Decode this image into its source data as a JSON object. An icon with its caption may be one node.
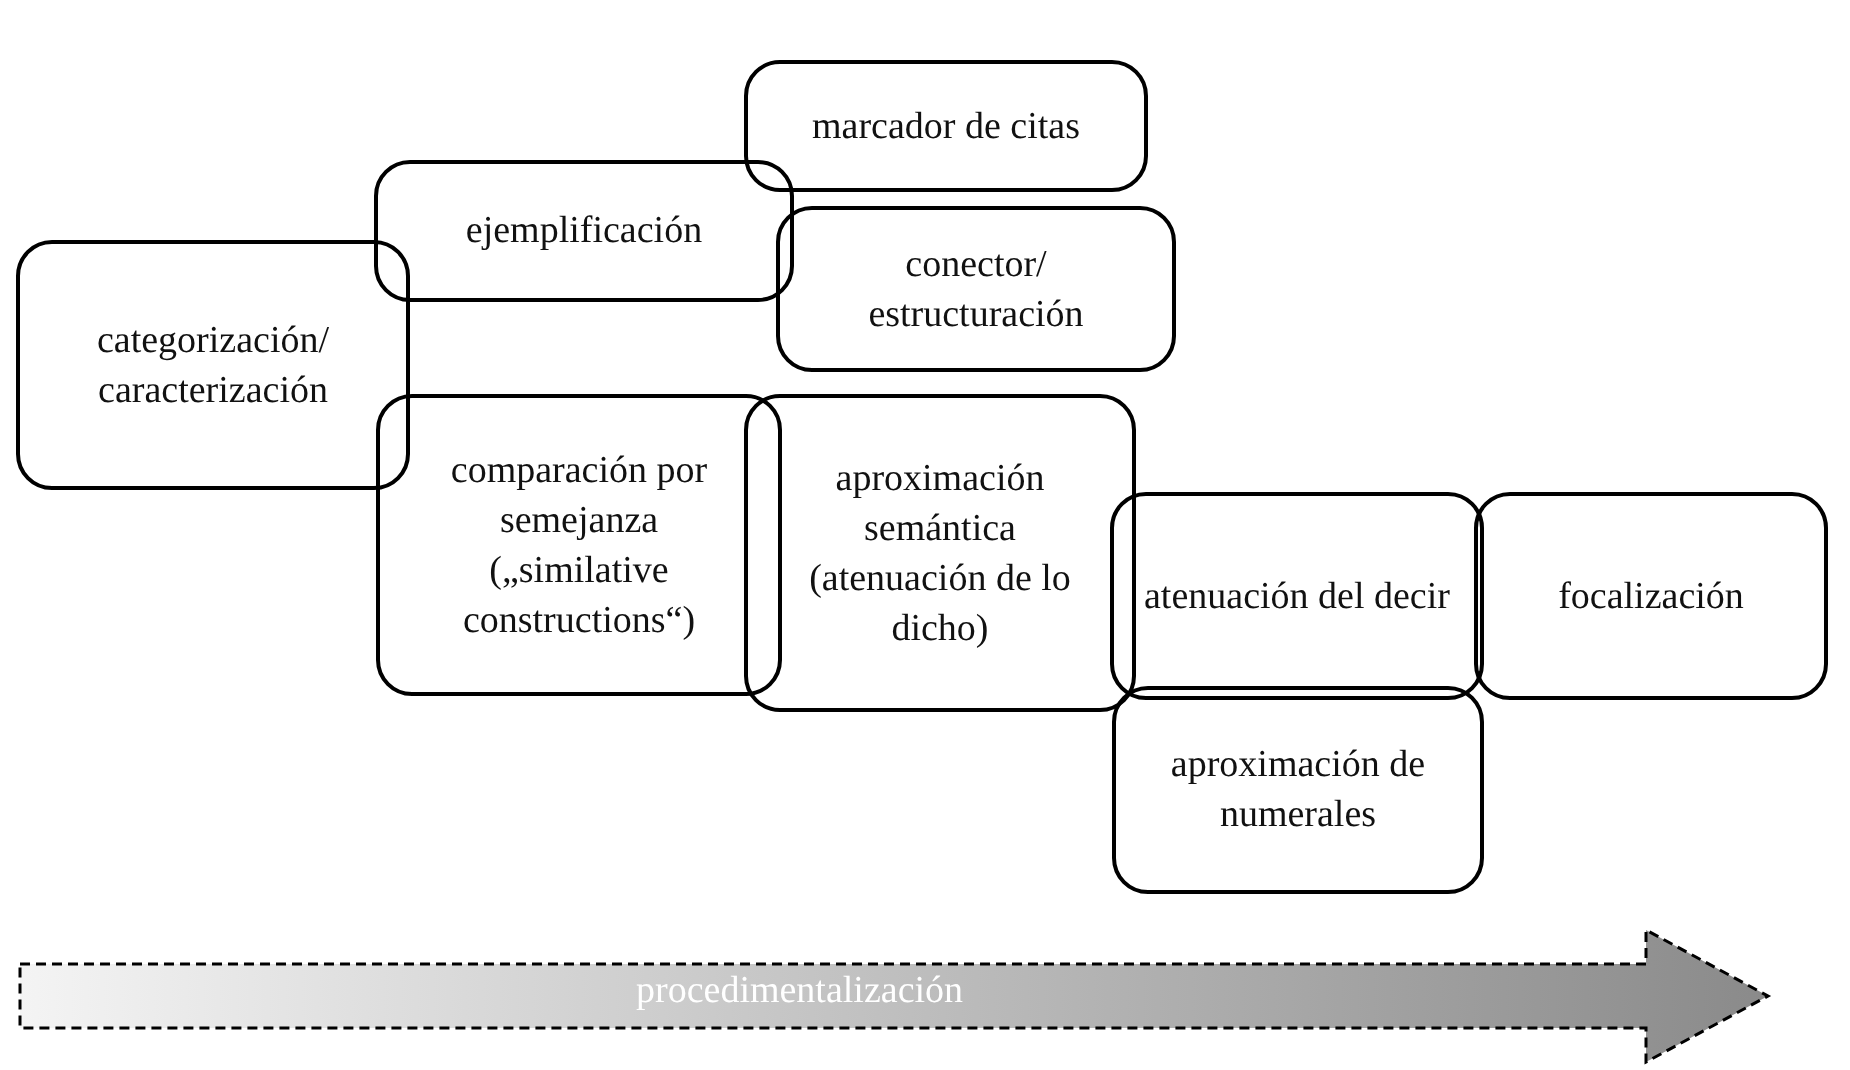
{
  "diagram": {
    "nodes": [
      {
        "text": [
          "categorización/ caracterización"
        ]
      },
      {
        "text": [
          "ejemplificación"
        ]
      },
      {
        "text": [
          "marcador de citas"
        ]
      },
      {
        "text": [
          "conector/ estructuración"
        ]
      },
      {
        "text": [
          "comparación por semejanza („similative constructions“)"
        ]
      },
      {
        "text": [
          "aproximación semántica (atenuación de lo dicho)"
        ]
      },
      {
        "text": [
          "atenuación del decir"
        ]
      },
      {
        "text": [
          "focalización"
        ]
      },
      {
        "text": [
          "aproximación de numerales"
        ]
      },
      {
        "text": [
          "procedimentalización"
        ]
      }
    ]
  }
}
